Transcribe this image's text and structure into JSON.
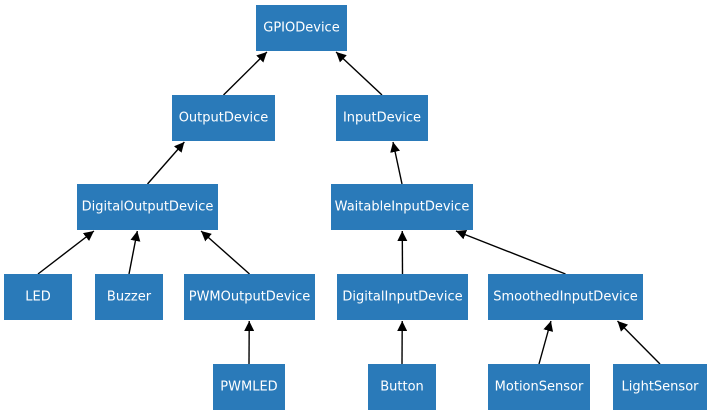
{
  "diagram": {
    "node_color": "#2a7ab9",
    "text_color": "#ffffff",
    "edge_color": "#000000",
    "nodes": [
      {
        "id": "gpio",
        "label": "GPIODevice"
      },
      {
        "id": "output",
        "label": "OutputDevice"
      },
      {
        "id": "input",
        "label": "InputDevice"
      },
      {
        "id": "digital_output",
        "label": "DigitalOutputDevice"
      },
      {
        "id": "waitable_input",
        "label": "WaitableInputDevice"
      },
      {
        "id": "led",
        "label": "LED"
      },
      {
        "id": "buzzer",
        "label": "Buzzer"
      },
      {
        "id": "pwm_output",
        "label": "PWMOutputDevice"
      },
      {
        "id": "digital_input",
        "label": "DigitalInputDevice"
      },
      {
        "id": "smoothed_input",
        "label": "SmoothedInputDevice"
      },
      {
        "id": "pwmled",
        "label": "PWMLED"
      },
      {
        "id": "button",
        "label": "Button"
      },
      {
        "id": "motion_sensor",
        "label": "MotionSensor"
      },
      {
        "id": "light_sensor",
        "label": "LightSensor"
      }
    ],
    "edges": [
      {
        "from": "output",
        "to": "gpio"
      },
      {
        "from": "input",
        "to": "gpio"
      },
      {
        "from": "digital_output",
        "to": "output"
      },
      {
        "from": "waitable_input",
        "to": "input"
      },
      {
        "from": "led",
        "to": "digital_output"
      },
      {
        "from": "buzzer",
        "to": "digital_output"
      },
      {
        "from": "pwm_output",
        "to": "digital_output"
      },
      {
        "from": "digital_input",
        "to": "waitable_input"
      },
      {
        "from": "smoothed_input",
        "to": "waitable_input"
      },
      {
        "from": "pwmled",
        "to": "pwm_output"
      },
      {
        "from": "button",
        "to": "digital_input"
      },
      {
        "from": "motion_sensor",
        "to": "smoothed_input"
      },
      {
        "from": "light_sensor",
        "to": "smoothed_input"
      }
    ]
  }
}
